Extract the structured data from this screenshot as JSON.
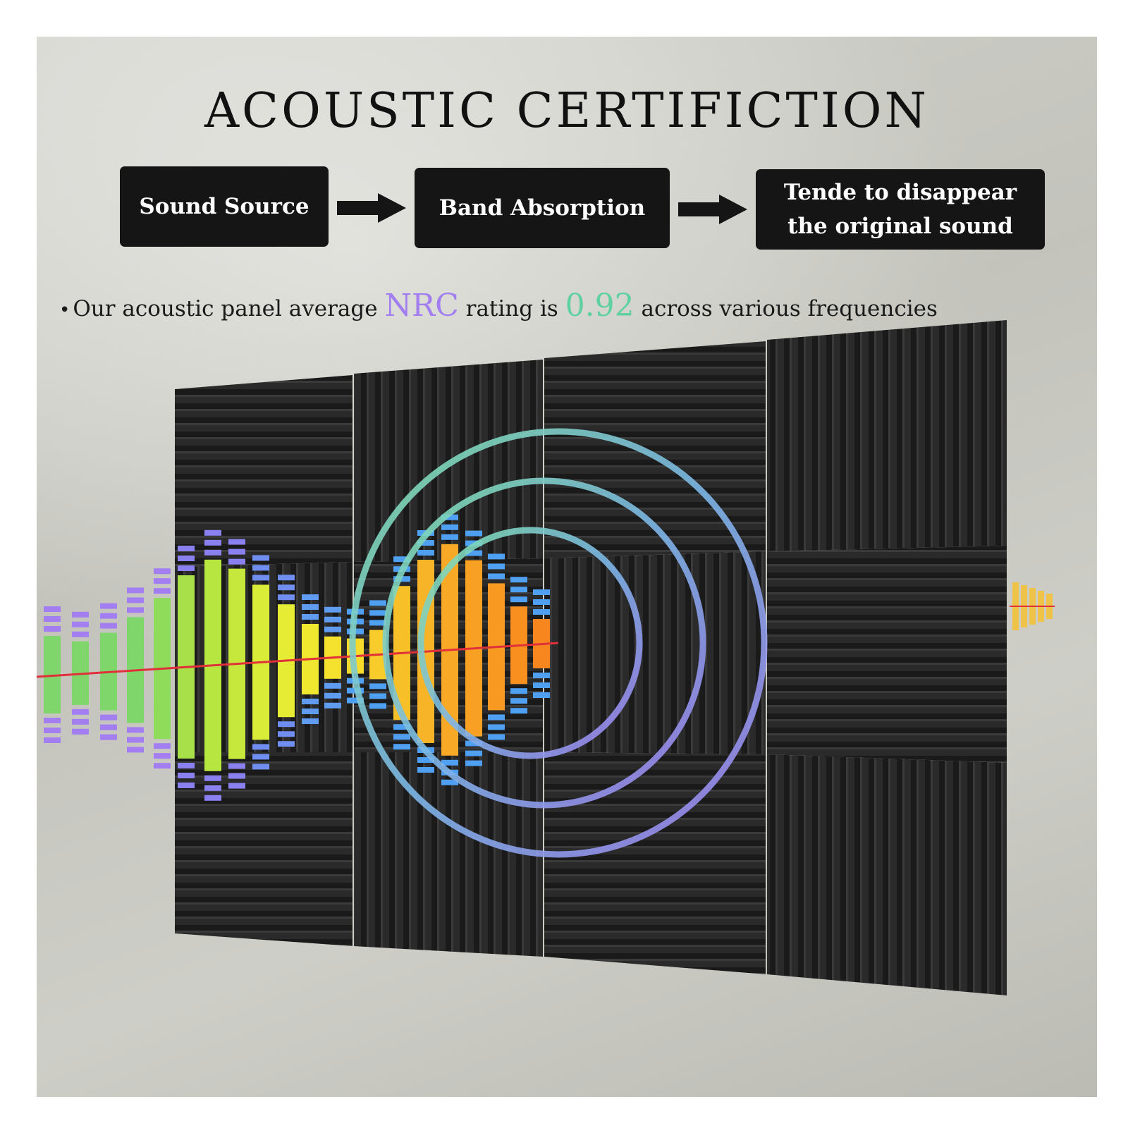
{
  "title": "ACOUSTIC CERTIFICTION",
  "flow": {
    "step1": "Sound Source",
    "step2": "Band Absorption",
    "step3": "Tende to disappear\nthe original sound"
  },
  "claim": {
    "bullet": "•",
    "prefix": "Our acoustic panel average",
    "metric": "NRC",
    "middle": "rating is",
    "value": "0.92",
    "suffix": "across various frequencies"
  },
  "colors": {
    "metric": "#a27ef0",
    "value": "#5fd0a0",
    "panel": "#222222",
    "step_box": "#151515",
    "signal_line": "#e0303a"
  }
}
